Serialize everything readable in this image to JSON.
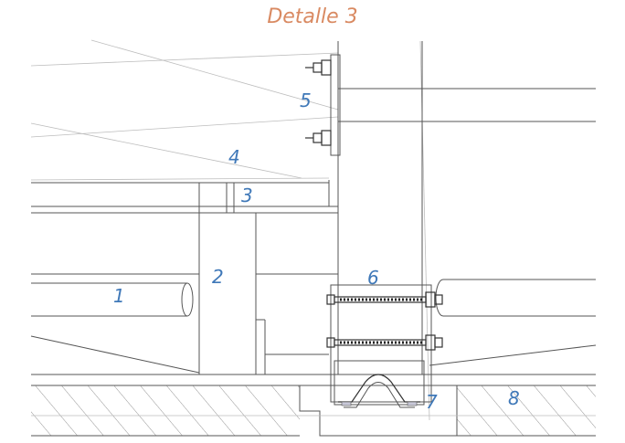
{
  "title": "Detalle 3",
  "colors": {
    "title": "#d98a62",
    "callout": "#3f78b8",
    "line": "#555555"
  },
  "callouts": [
    {
      "id": "1",
      "text": "1"
    },
    {
      "id": "2",
      "text": "2"
    },
    {
      "id": "3",
      "text": "3"
    },
    {
      "id": "4",
      "text": "4"
    },
    {
      "id": "5",
      "text": "5"
    },
    {
      "id": "6",
      "text": "6"
    },
    {
      "id": "7",
      "text": "7"
    },
    {
      "id": "8",
      "text": "8"
    }
  ]
}
